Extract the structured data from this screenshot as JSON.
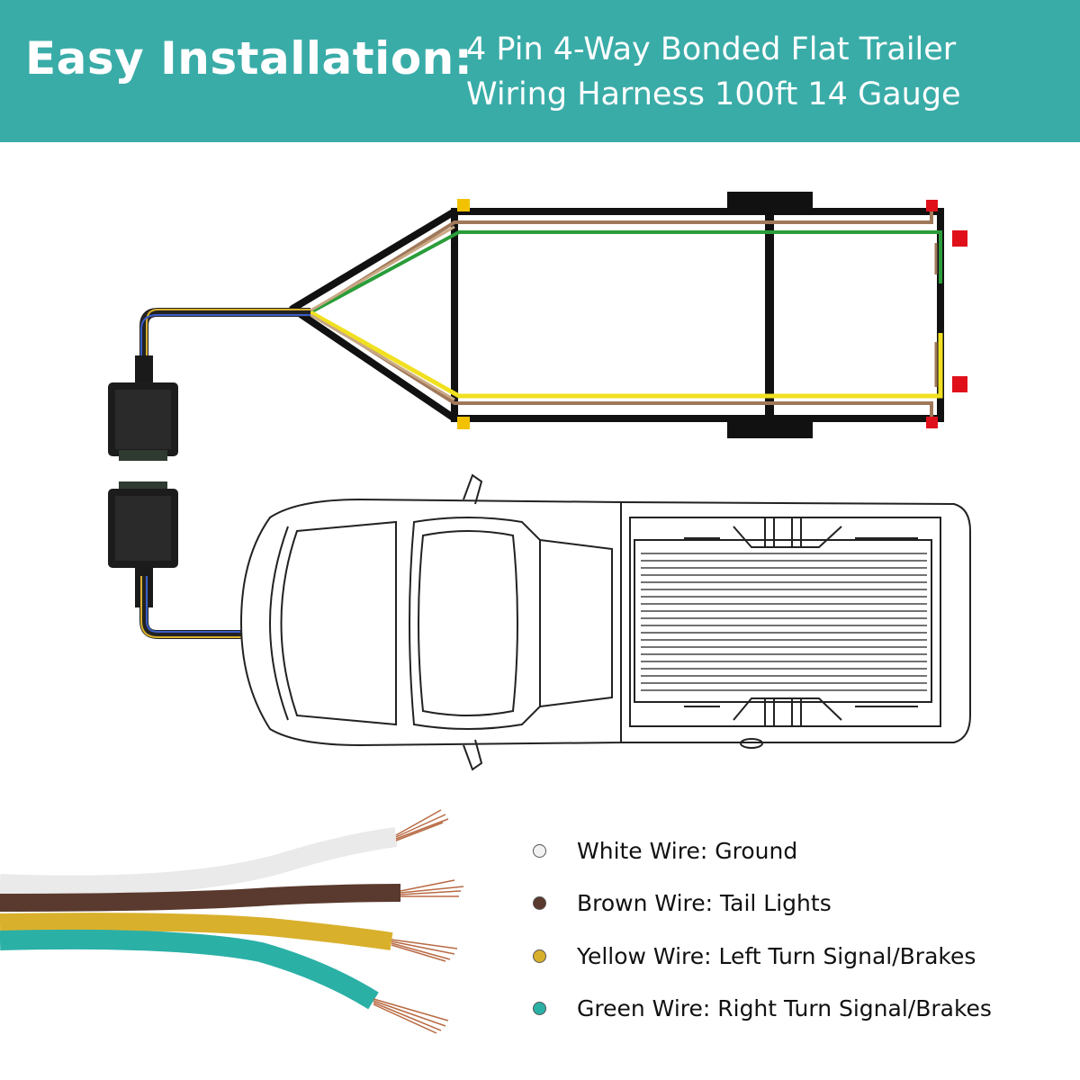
{
  "header": {
    "title": "Easy Installation:",
    "subtitle_line1": "4 Pin 4-Way Bonded Flat Trailer",
    "subtitle_line2": "Wiring Harness 100ft 14 Gauge"
  },
  "colors": {
    "header_bg": "#3aaca8",
    "white_wire": "#f2f2f2",
    "brown_wire": "#5a3a2e",
    "yellow_wire": "#d9b02c",
    "green_wire": "#2bb0a6"
  },
  "legend": [
    {
      "label": "White Wire: Ground",
      "color": "#f2f2f2"
    },
    {
      "label": "Brown Wire: Tail Lights",
      "color": "#5a3a2e"
    },
    {
      "label": "Yellow Wire: Left Turn Signal/Brakes",
      "color": "#d9b02c"
    },
    {
      "label": "Green Wire: Right Turn Signal/Brakes",
      "color": "#2bb0a6"
    }
  ]
}
